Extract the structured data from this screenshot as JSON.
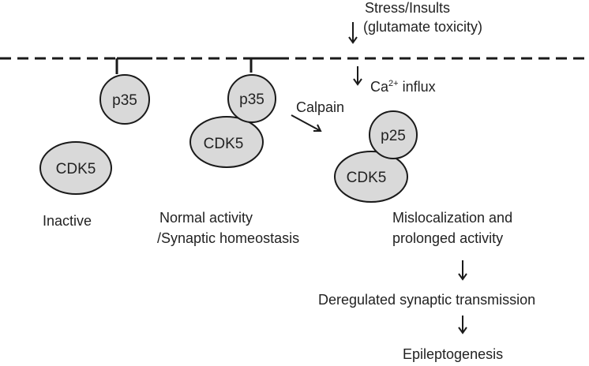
{
  "colors": {
    "protein_fill": "#d9d9d9",
    "stroke": "#1a1a1a",
    "text": "#222222"
  },
  "stimulus": {
    "line1": "Stress/Insults",
    "line2": "(glutamate toxicity)"
  },
  "calcium": {
    "ion": "Ca",
    "charge": "2+",
    "suffix": " influx"
  },
  "enzyme": "Calpain",
  "proteins": {
    "p35": "p35",
    "p25": "p25",
    "cdk5": "CDK5"
  },
  "states": {
    "inactive": "Inactive",
    "normal_line1": "Normal activity",
    "normal_line2": "/Synaptic homeostasis",
    "misloc_line1": "Mislocalization and",
    "misloc_line2": "prolonged activity"
  },
  "outcomes": {
    "deregulated": "Deregulated synaptic transmission",
    "epileptogenesis": "Epileptogenesis"
  }
}
